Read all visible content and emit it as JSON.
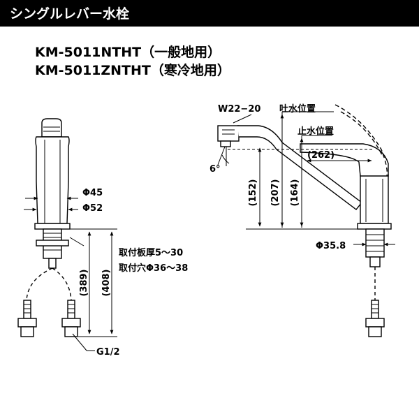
{
  "header": {
    "title": "シングルレバー水栓"
  },
  "models": [
    "KM-5011NTHT（一般地用）",
    "KM-5011ZNTHT（寒冷地用）"
  ],
  "front_view": {
    "dim_phi45": "Φ45",
    "dim_phi52": "Φ52",
    "dim_389": "(389)",
    "dim_408": "(408)",
    "note_thickness": "取付板厚5～30",
    "note_hole": "取付穴Φ36～38",
    "thread": "G1/2"
  },
  "side_view": {
    "thread_spec": "W22−20",
    "spout_pos": "吐水位置",
    "stop_pos": "止水位置",
    "angle": "6°",
    "dim_262": "(262)",
    "dim_152": "(152)",
    "dim_207": "(207)",
    "dim_164": "(164)",
    "dim_phi358": "Φ35.8"
  },
  "colors": {
    "header_bg": "#000000",
    "header_text": "#ffffff",
    "line": "#000000"
  }
}
